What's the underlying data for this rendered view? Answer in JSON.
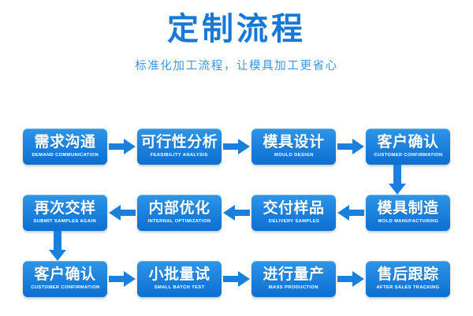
{
  "header": {
    "title": "定制流程",
    "subtitle": "标准化加工流程，让模具加工更省心",
    "title_color": "#1878d8",
    "subtitle_color": "#3a95e8"
  },
  "theme": {
    "node_gradient_top": "#2e96e8",
    "node_gradient_bottom": "#0e6fd0",
    "arrow_color": "#1b7fdc",
    "background": "#ffffff",
    "node_text_color": "#ffffff"
  },
  "flow": {
    "rows": [
      {
        "direction": "left-to-right",
        "arrow_icon": "arrow-right-icon",
        "nodes": [
          {
            "cn": "需求沟通",
            "en": "DEMAND COMMUNICATION"
          },
          {
            "cn": "可行性分析",
            "en": "FEASIBILITY ANALYSIS"
          },
          {
            "cn": "模具设计",
            "en": "MOULD DESIGN"
          },
          {
            "cn": "客户确认",
            "en": "CUSTOMER CONFIRMATION"
          }
        ]
      },
      {
        "direction": "right-to-left",
        "arrow_icon": "arrow-left-icon",
        "nodes": [
          {
            "cn": "再次交样",
            "en": "SUBMIT SAMPLES AGAIN"
          },
          {
            "cn": "内部优化",
            "en": "INTERNAL OPTIMIZATION"
          },
          {
            "cn": "交付样品",
            "en": "DELIVERY SAMPLES"
          },
          {
            "cn": "模具制造",
            "en": "MOLD MANUFACTURING"
          }
        ]
      },
      {
        "direction": "left-to-right",
        "arrow_icon": "arrow-right-icon",
        "nodes": [
          {
            "cn": "客户确认",
            "en": "CUSTOMER CONFIRMATION"
          },
          {
            "cn": "小批量试",
            "en": "SMALL BATCH TEST"
          },
          {
            "cn": "进行量产",
            "en": "MASS PRODUCTION"
          },
          {
            "cn": "售后跟踪",
            "en": "AFTER SALES TRACKING"
          }
        ]
      }
    ],
    "connectors": [
      {
        "icon": "arrow-down-icon",
        "position": "right",
        "from_row": 1,
        "to_row": 2
      },
      {
        "icon": "arrow-down-icon",
        "position": "left",
        "from_row": 2,
        "to_row": 3
      }
    ]
  }
}
